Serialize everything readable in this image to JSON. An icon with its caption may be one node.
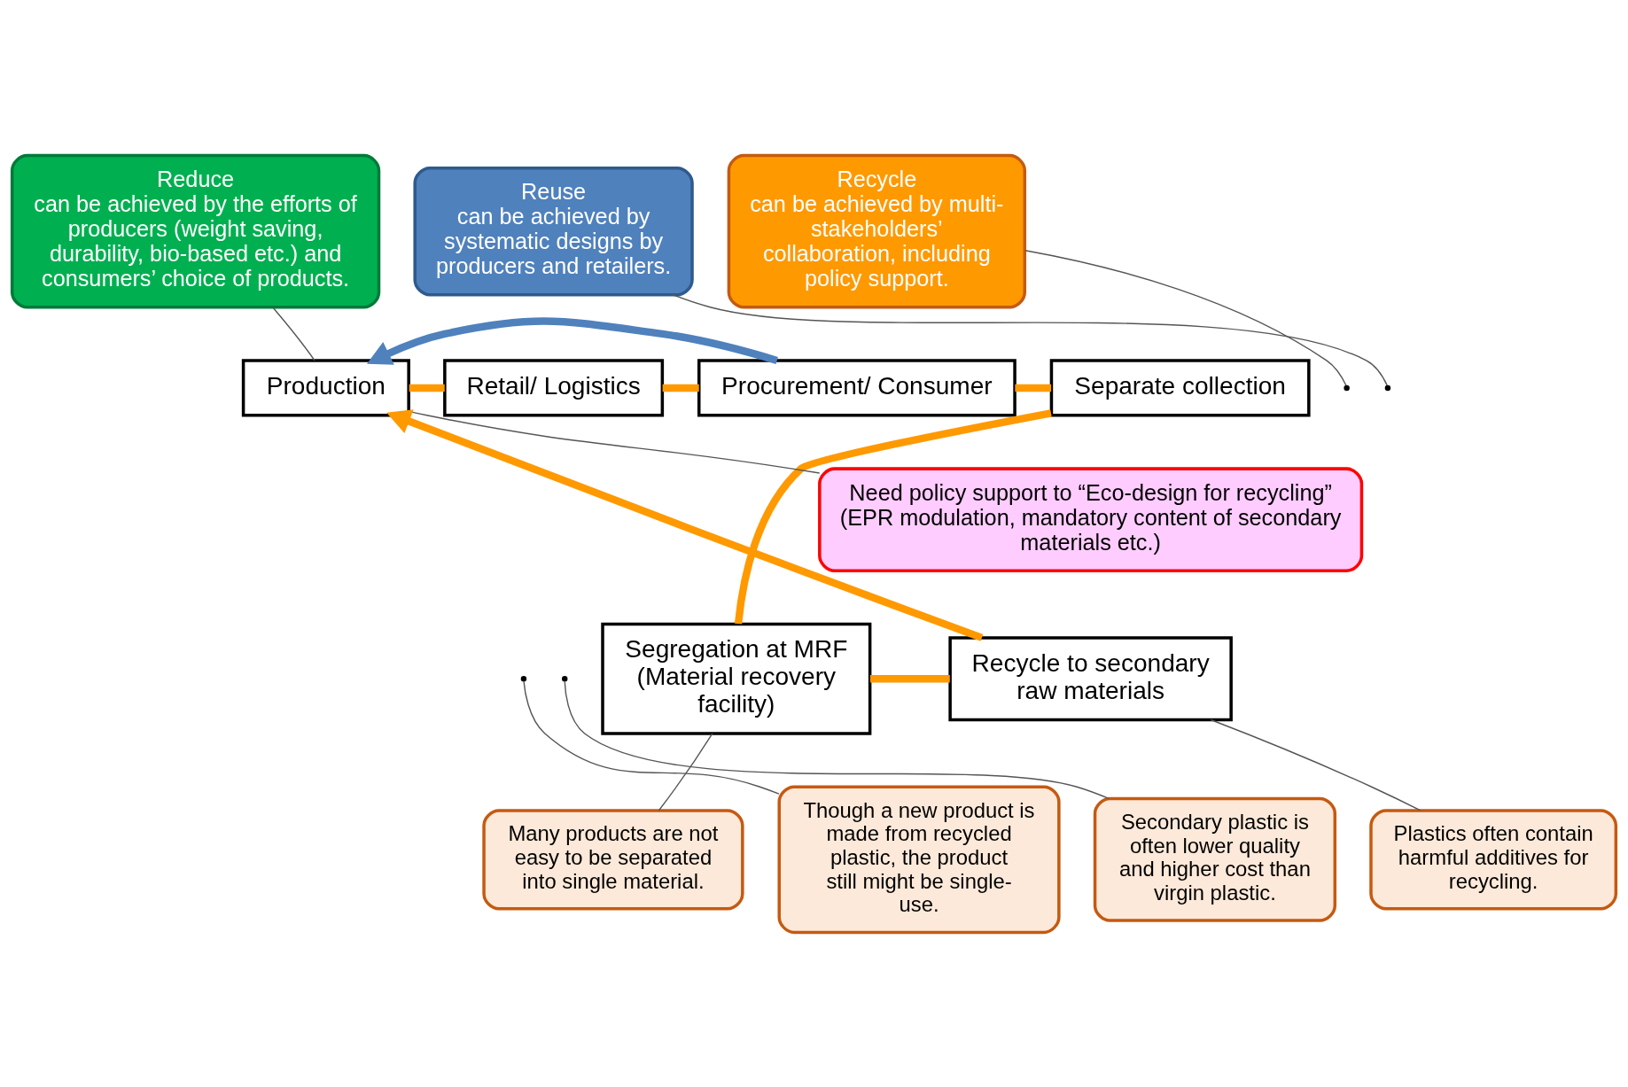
{
  "diagram": {
    "nodes": [
      {
        "text": [
          "Reduce",
          "can be achieved by the efforts of producers (weight saving, durability, bio-based etc.) and consumers’ choice of products."
        ]
      },
      {
        "text": [
          "Reuse",
          "can be achieved by systematic designs by producers and retailers."
        ]
      },
      {
        "text": [
          "Recycle",
          "can be achieved by multi-stakeholders’ collaboration, including policy support."
        ]
      },
      {
        "text": [
          "Production"
        ]
      },
      {
        "text": [
          "Retail/ Logistics"
        ]
      },
      {
        "text": [
          "Procurement/ Consumer"
        ]
      },
      {
        "text": [
          "Separate collection"
        ]
      },
      {
        "text": [
          "Need policy support to “Eco-design for recycling” (EPR modulation, mandatory content of secondary materials etc.)"
        ]
      },
      {
        "text": [
          "Recycle to secondary raw materials"
        ]
      },
      {
        "text": [
          "Segregation at MRF (Material recovery facility)"
        ]
      },
      {
        "text": [
          "Though a new product is made from recycled plastic, the product still might be single-use."
        ]
      },
      {
        "text": [
          "Secondary plastic is often lower quality and higher cost than virgin plastic."
        ]
      },
      {
        "text": [
          "Plastics often contain harmful additives for recycling."
        ]
      },
      {
        "text": [
          "Many products are not easy to be separated into single material."
        ]
      }
    ],
    "edges": [
      {
        "from": 3,
        "to": 4,
        "arrow": "none",
        "style": "thick",
        "color": "#ff9900"
      },
      {
        "from": 4,
        "to": 5,
        "arrow": "none",
        "style": "thick",
        "color": "#ff9900"
      },
      {
        "from": 5,
        "to": 6,
        "arrow": "none",
        "style": "thick",
        "color": "#ff9900"
      },
      {
        "from": 6,
        "to": 9,
        "arrow": "none",
        "style": "thick",
        "color": "#ff9900"
      },
      {
        "from": 9,
        "to": 8,
        "arrow": "none",
        "style": "thick",
        "color": "#ff9900"
      },
      {
        "from": 8,
        "to": 3,
        "arrow": "to",
        "style": "thick",
        "color": "#ff9900"
      },
      {
        "from": 5,
        "to": 3,
        "arrow": "to",
        "style": "thick",
        "color": "#4f81bd"
      },
      {
        "from": 0,
        "to": 3,
        "arrow": "none"
      },
      {
        "from": 1,
        "to": null,
        "arrow": "none"
      },
      {
        "from": 2,
        "to": null,
        "arrow": "none"
      },
      {
        "from": 7,
        "to": 3,
        "arrow": "none"
      },
      {
        "from": 10,
        "to": null,
        "arrow": "none"
      },
      {
        "from": 11,
        "to": null,
        "arrow": "none"
      },
      {
        "from": 12,
        "to": 8,
        "arrow": "none"
      },
      {
        "from": 13,
        "to": 9,
        "arrow": "none"
      }
    ]
  }
}
